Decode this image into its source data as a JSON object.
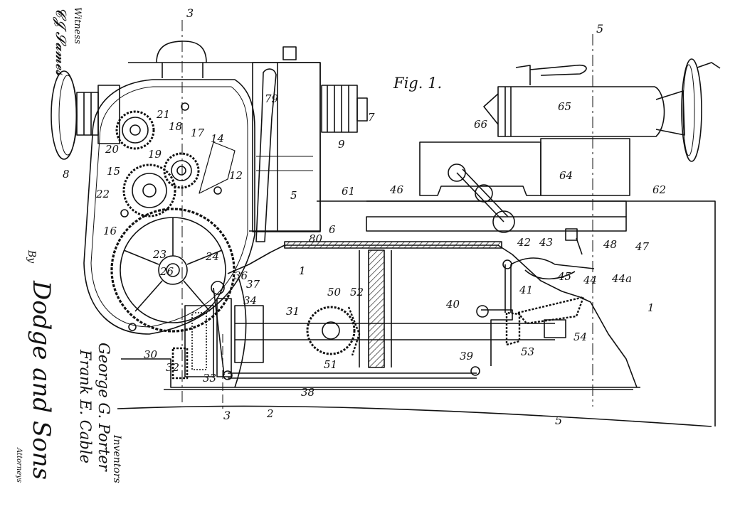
{
  "figure": {
    "title": "Fig. 1."
  },
  "margin_text": {
    "witness_heading": "Witness",
    "inventors_heading": "Inventors",
    "inventor_1": "George G. Porter",
    "inventor_2": "Frank E. Cable",
    "by": "By",
    "attorneys_signature": "Dodge and Sons",
    "attorneys_label": "Attorneys"
  },
  "section_marks": [
    "3",
    "3",
    "5",
    "5"
  ],
  "reference_numerals": [
    "1",
    "1",
    "1",
    "2",
    "5",
    "6",
    "7",
    "8",
    "9",
    "12",
    "14",
    "15",
    "16",
    "17",
    "18",
    "19",
    "20",
    "21",
    "22",
    "23",
    "24",
    "26",
    "30",
    "31",
    "32",
    "33",
    "34",
    "36",
    "37",
    "38",
    "39",
    "40",
    "41",
    "42",
    "43",
    "44",
    "44a",
    "45",
    "46",
    "47",
    "48",
    "50",
    "51",
    "52",
    "53",
    "54",
    "61",
    "62",
    "64",
    "65",
    "66",
    "79",
    "80"
  ],
  "icons": {
    "gear": "gear-icon",
    "handwheel": "handwheel-icon",
    "signature": "signature-icon"
  }
}
